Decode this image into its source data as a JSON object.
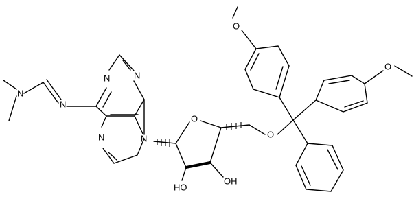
{
  "structure": {
    "atom_labels": {
      "n_amidine_dimethyl": "N",
      "n_amidine_imine": "N",
      "n1_purine": "N",
      "n3_purine": "N",
      "n7_purine": "N",
      "n9_purine": "N",
      "o_ring": "O",
      "o_5prime": "O",
      "oh_2prime": "HO",
      "oh_3prime": "OH",
      "o_methoxy_top": "O",
      "o_methoxy_right": "O"
    }
  }
}
